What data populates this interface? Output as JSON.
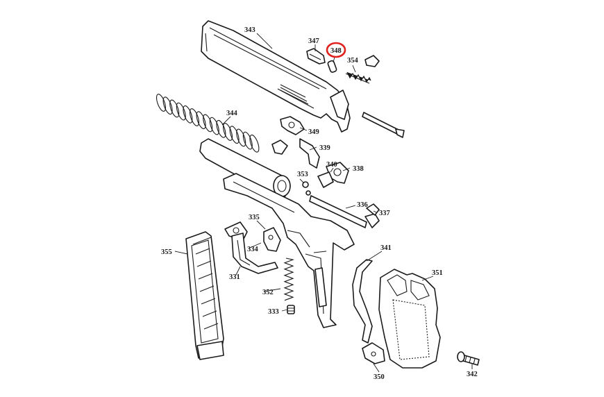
{
  "diagram": {
    "callouts": {
      "c343": "343",
      "c347": "347",
      "c348": "348",
      "c354": "354",
      "c344": "344",
      "c349": "349",
      "c339": "339",
      "c340": "340",
      "c338": "338",
      "c353": "353",
      "c336": "336",
      "c337": "337",
      "c335": "335",
      "c334": "334",
      "c331": "331",
      "c355": "355",
      "c341": "341",
      "c351": "351",
      "c352": "352",
      "c333": "333",
      "c350": "350",
      "c342": "342"
    },
    "highlighted_callout": "348",
    "highlight_color": "#e0201c",
    "line_color": "#1a1a1a"
  }
}
